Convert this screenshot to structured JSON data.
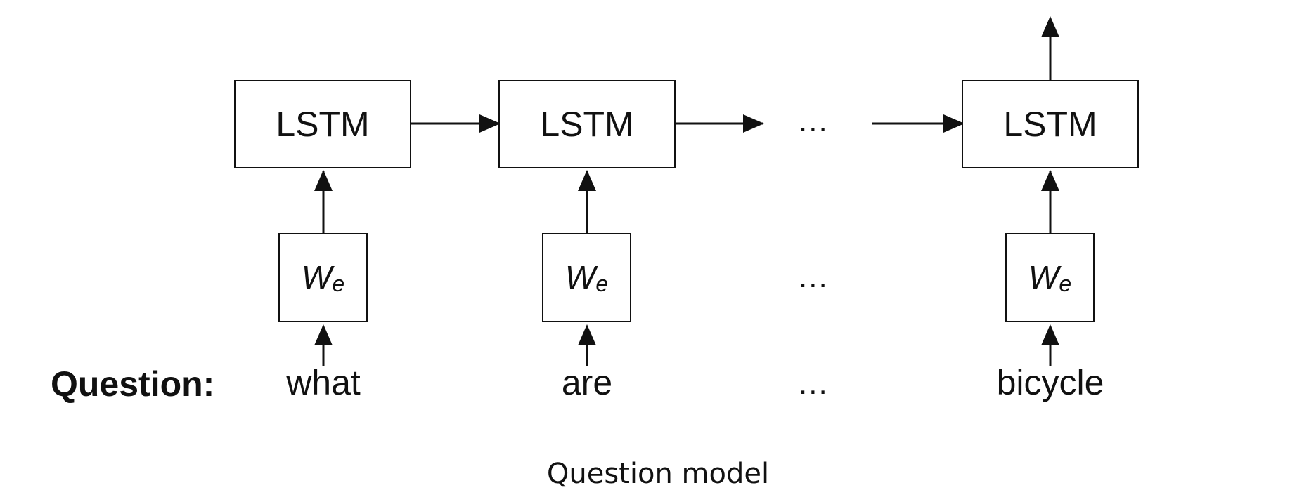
{
  "nodes": {
    "lstm_1": "LSTM",
    "lstm_2": "LSTM",
    "lstm_3": "LSTM",
    "embed_symbol": "W",
    "embed_subscript": "e"
  },
  "question_label": "Question:",
  "words": [
    "what",
    "are",
    "bicycle"
  ],
  "ellipsis": "...",
  "caption": "Question model"
}
